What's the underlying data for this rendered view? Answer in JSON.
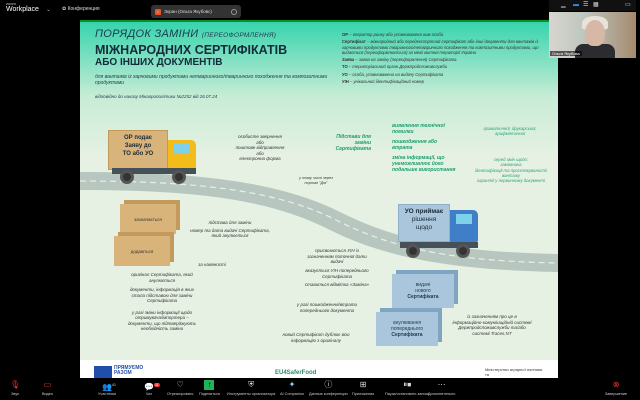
{
  "app": {
    "brand_small": "zoom",
    "brand": "Workplace",
    "meeting_tab": "Конференция",
    "screen_share": "Экран (Ольга Якубовс)"
  },
  "slide": {
    "title1": "ПОРЯДОК ЗАМІНИ",
    "title1_small": "(ПЕРЕОФОРМЛЕННЯ)",
    "title2": "МІЖНАРОДНИХ СЕРТИФІКАТІВ",
    "title3": "АБО ІНШИХ ДОКУМЕНТІВ",
    "subtitle": "для вантажів із харчовими продуктами нетваринного/тваринного походження та композитними продуктами",
    "order": "відповідно до наказу Мінагрополітики №2252 від 26.07.24",
    "glossary": [
      {
        "term": "ОР",
        "def": " – оператор ринку або уповноважена ним особа"
      },
      {
        "term": "Сертифікат",
        "def": " – міжнародний або передекспортний сертифікат або інші документи для вантажів із харчовими продуктами тваринного/нетваринного походження та композитними продуктами, що видається (переоформлюється) за межі митної території України"
      },
      {
        "term": "Заява",
        "def": " – заява на заміну (переоформлення) Сертифіката"
      },
      {
        "term": "ТО",
        "def": " – територіальний орган Держпродспоживслужби"
      },
      {
        "term": "УО",
        "def": " – особа, уповноважена на видачу Сертифіката"
      },
      {
        "term": "УІН",
        "def": " – унікальний ідентифікаційний номер"
      }
    ],
    "truck1": [
      "ОР подає",
      "Заяву до",
      "ТО або УО"
    ],
    "submit_ways": [
      "особисте звернення",
      "або",
      "поштове відправлення",
      "або",
      "електронна форма"
    ],
    "diia": "у тому числі через портал \"Дія\"",
    "grounds_label": "Підстави для заміни Сертифіката",
    "grounds": [
      "виявлення технічної помилки",
      "пошкодження або втрата",
      "зміна інформації, що унеможливлює його подальше використання"
    ],
    "error_types": "граматичної, друкарської, арифметичної",
    "change_types": [
      "серед змін щодо:",
      "замовника",
      "ідентифікації та простежуваності вантажу",
      "гарантії у первинному документі"
    ],
    "box_indicated": "зазначається",
    "box_attached": "додаються",
    "indicated_items": [
      "підстава для заміни",
      "номер та дата видачі Сертифіката, який анулюється"
    ],
    "if_available": "за наявності",
    "attached_items": [
      "оригінал Сертифіката, який анулюється",
      "документи, інформація в яких стала підставою для заміни Сертифіката",
      "у разі зміни інформації щодо отримувача/імпортера – документи, що підтверджують необхідність заміни"
    ],
    "truck2": [
      "УО приймає",
      "рішення",
      "щодо"
    ],
    "issue_box": [
      "видачі",
      "нового",
      "Сертифіката"
    ],
    "cancel_box": [
      "анулювання",
      "попереднього",
      "Сертифіката"
    ],
    "new_cert_items": [
      "присвоюється УІН із зазначенням поточної дати видачі",
      "вказується УІН попереднього Сертифіката",
      "ставиться відмітка «Заміна»",
      "у разі пошкодження/втрати попереднього документа",
      "новий Сертифікат дублює всю інформацію з оригіналу"
    ],
    "cancel_note": "із зазначенням про це в інформаційно-комунікаційній системі Держпродспоживслужби та/або системі Traces.NT"
  },
  "logos": {
    "eu": "ПРЯМУЄМО РАЗОМ",
    "safe": "EU4SaferFood",
    "ministry": "Міністерство аграрної політики та"
  },
  "video": {
    "name": "Ольга Якубова"
  },
  "toolbar": {
    "audio": "Звук",
    "video": "Видео",
    "participants": "Участники",
    "participants_count": "41",
    "chat": "Чат",
    "chat_badge": "11",
    "react": "Отреагировать",
    "share": "Поделиться",
    "host_tools": "Инструменты организатора",
    "ai": "AI Companion",
    "info": "Данные конференции",
    "apps": "Приложения",
    "record": "Пауза/остановить запись",
    "more": "Дополнительно",
    "end": "Завершение"
  }
}
